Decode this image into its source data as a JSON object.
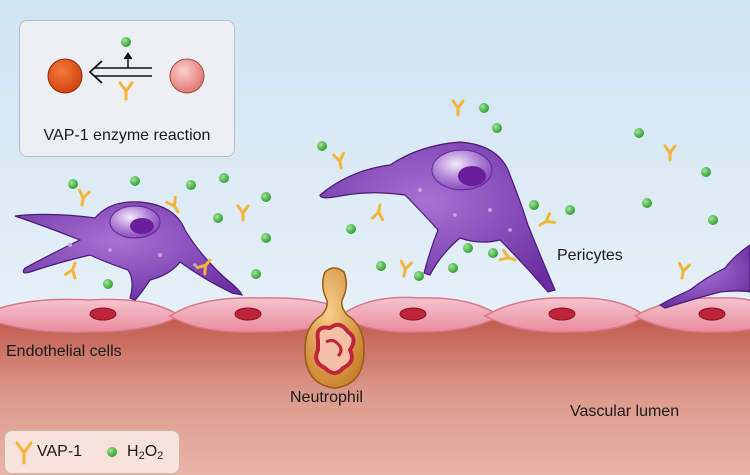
{
  "labels": {
    "endothelial": "Endothelial cells",
    "neutrophil": "Neutrophil",
    "pericytes": "Pericytes",
    "vascular_lumen": "Vascular lumen"
  },
  "inset": {
    "title": "VAP-1 enzyme reaction"
  },
  "legend": {
    "vap1": "VAP-1",
    "h2o2_main": "H",
    "h2o2_sub1": "2",
    "h2o2_mid": "O",
    "h2o2_sub2": "2"
  },
  "colors": {
    "background_top": "#d4e8f4",
    "lumen": "#b04a3c",
    "endothelium": "#f2a9b6",
    "nucleus": "#c0243a",
    "pericyte": "#7b3fb0",
    "vap1": "#f2b43a",
    "h2o2": "#3aa83a",
    "neutrophil": "#e9a64a",
    "substrate_dark": "#e04a1a",
    "substrate_light": "#f08a86"
  },
  "icons": [
    "vap1-y-icon",
    "h2o2-dot-icon",
    "reaction-arrow-icon"
  ]
}
